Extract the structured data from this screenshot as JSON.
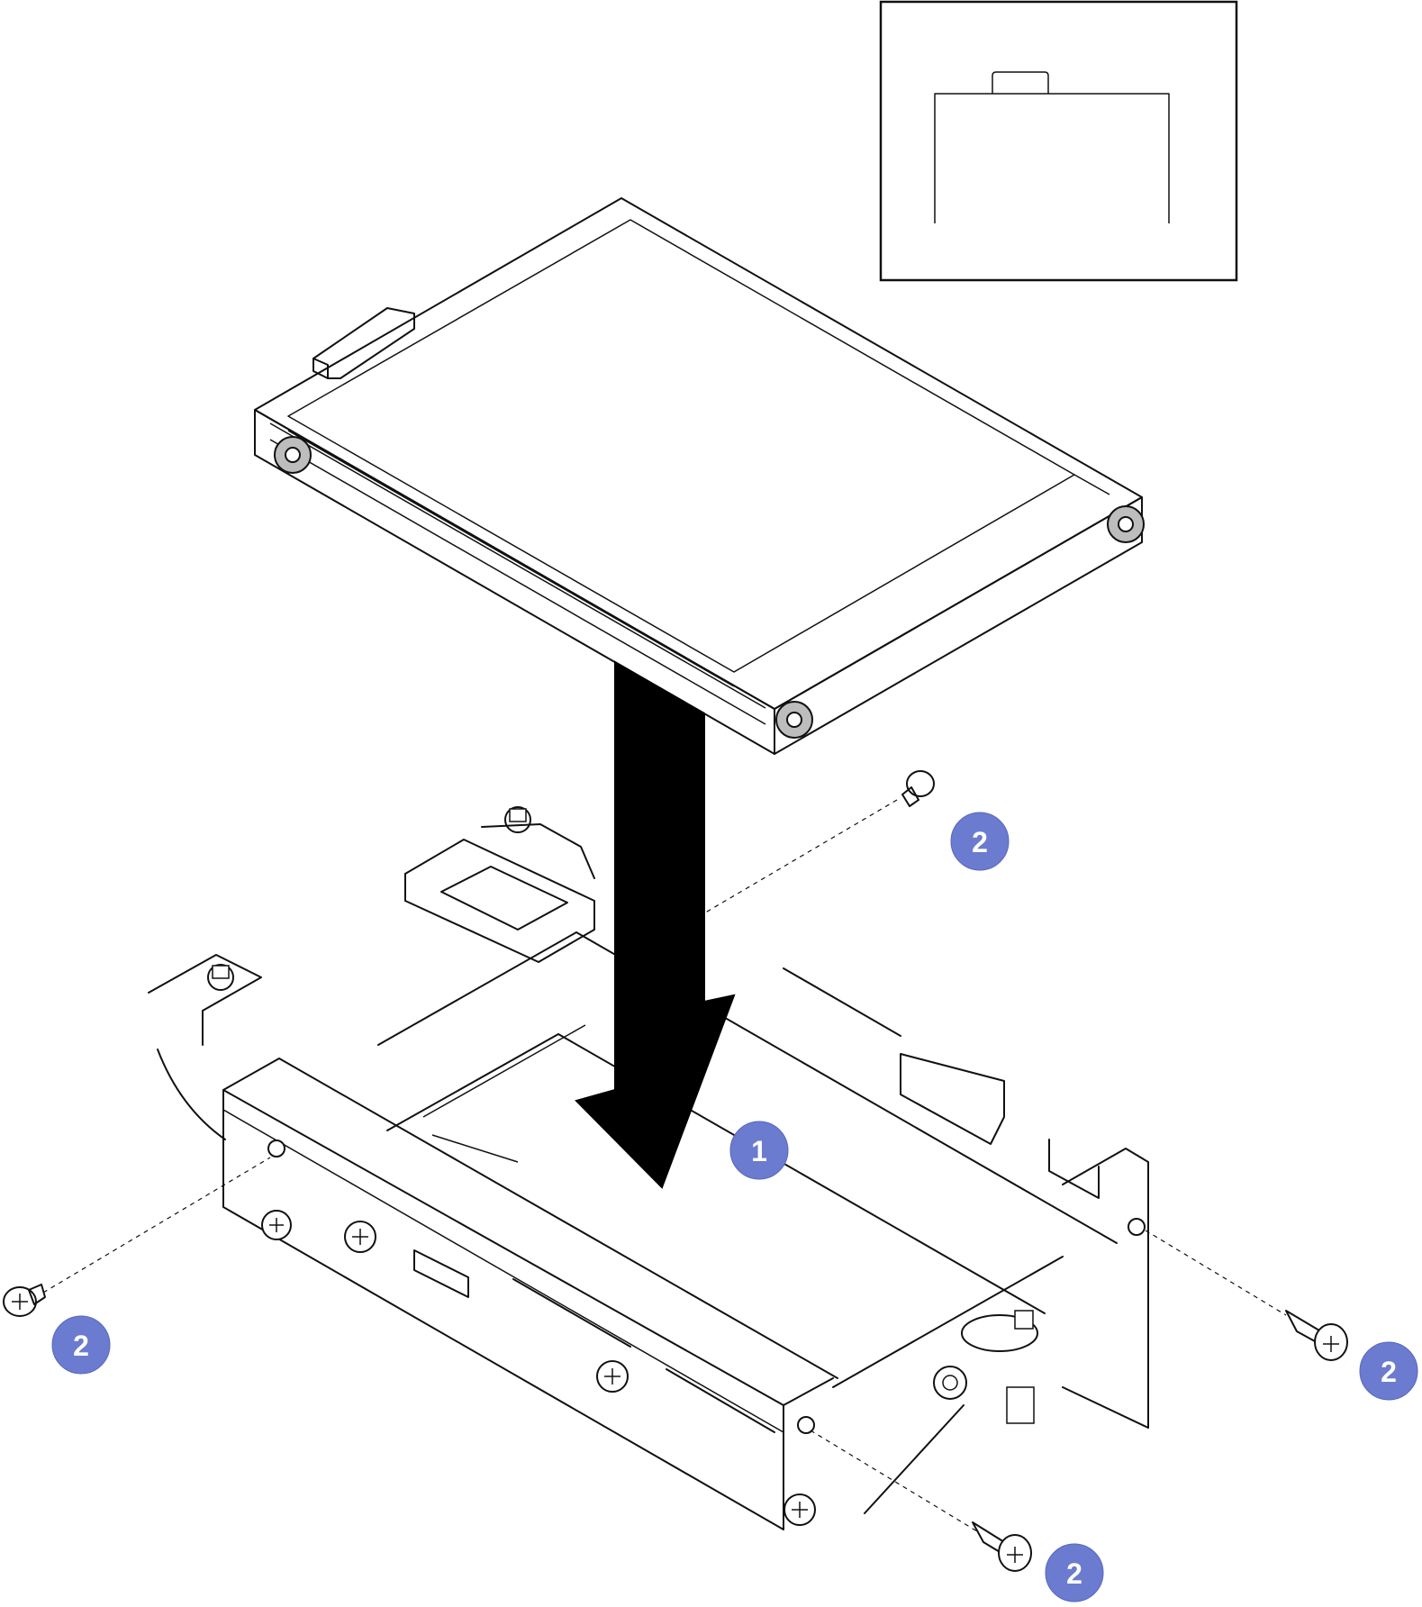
{
  "colors": {
    "callout_fill": "#6b7bcf",
    "drive_top": "#dcdcdc",
    "drive_side": "#c8c8c8",
    "arrow": "#000000",
    "line": "#111111"
  },
  "callouts": [
    {
      "id": "step-1",
      "label": "1"
    },
    {
      "id": "step-2-top",
      "label": "2"
    },
    {
      "id": "step-2-left",
      "label": "2"
    },
    {
      "id": "step-2-right",
      "label": "2"
    },
    {
      "id": "step-2-bottom",
      "label": "2"
    }
  ],
  "icons": {
    "drive": "ssd-drive-icon",
    "arrow": "down-arrow-icon",
    "screw": "screw-icon",
    "bracket": "drive-bracket-icon",
    "inset": "connector-inset-icon"
  }
}
